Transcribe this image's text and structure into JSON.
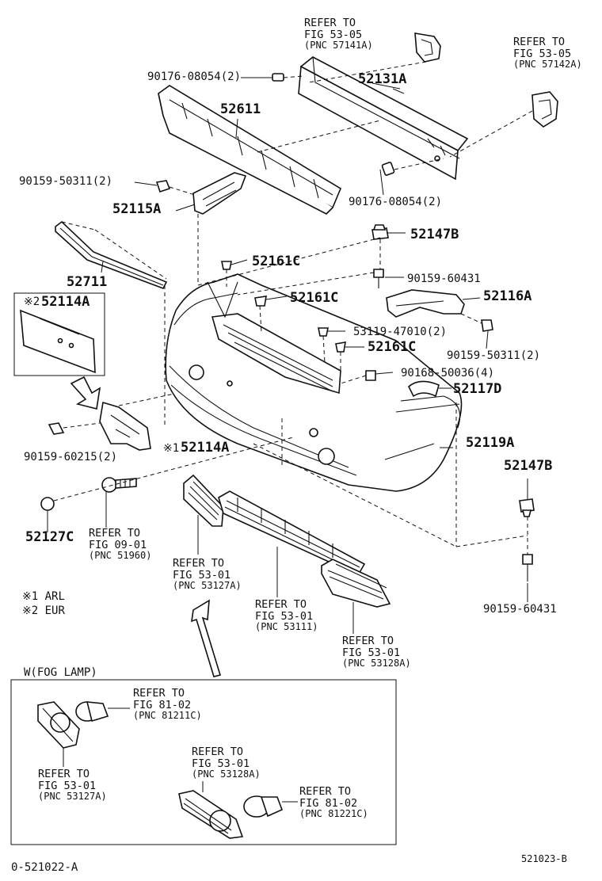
{
  "parts": {
    "p52131A": "52131A",
    "p52611": "52611",
    "p52115A": "52115A",
    "p52711": "52711",
    "p52114A_top": "52114A",
    "p52114A_bot": "52114A",
    "p52147B_top": "52147B",
    "p52147B_right": "52147B",
    "p52161C_1": "52161C",
    "p52161C_2": "52161C",
    "p52161C_3": "52161C",
    "p52116A": "52116A",
    "p52117D": "52117D",
    "p52119A": "52119A",
    "p52127C": "52127C",
    "b90176a": "90176-08054(2)",
    "b90176b": "90176-08054(2)",
    "b90159_50311a": "90159-50311(2)",
    "b90159_50311b": "90159-50311(2)",
    "b90159_60431a": "90159-60431",
    "b90159_60431b": "90159-60431",
    "b53119": "53119-47010(2)",
    "b90168": "90168-50036(4)",
    "b90159_60215": "90159-60215(2)"
  },
  "marks": {
    "m2_top": "※2",
    "m1_bot": "※1"
  },
  "refs": {
    "r1": [
      "REFER TO",
      "FIG 53-05",
      "(PNC 57141A)"
    ],
    "r2": [
      "REFER TO",
      "FIG 53-05",
      "(PNC 57142A)"
    ],
    "r3": [
      "REFER TO",
      "FIG 09-01",
      "(PNC 51960)"
    ],
    "r4": [
      "REFER TO",
      "FIG 53-01",
      "(PNC 53127A)"
    ],
    "r5": [
      "REFER TO",
      "FIG 53-01",
      "(PNC 53111)"
    ],
    "r6": [
      "REFER TO",
      "FIG 53-01",
      "(PNC 53128A)"
    ],
    "r7": [
      "REFER TO",
      "FIG 81-02",
      "(PNC 81211C)"
    ],
    "r8": [
      "REFER TO",
      "FIG 53-01",
      "(PNC 53127A)"
    ],
    "r9": [
      "REFER TO",
      "FIG 53-01",
      "(PNC 53128A)"
    ],
    "r10": [
      "REFER TO",
      "FIG 81-02",
      "(PNC 81221C)"
    ]
  },
  "notes": {
    "n1": "※1 ARL",
    "n2": "※2 EUR"
  },
  "inset": {
    "title": "W(FOG LAMP)"
  },
  "footer": {
    "left": "0-521022-A",
    "right": "521023-B"
  }
}
